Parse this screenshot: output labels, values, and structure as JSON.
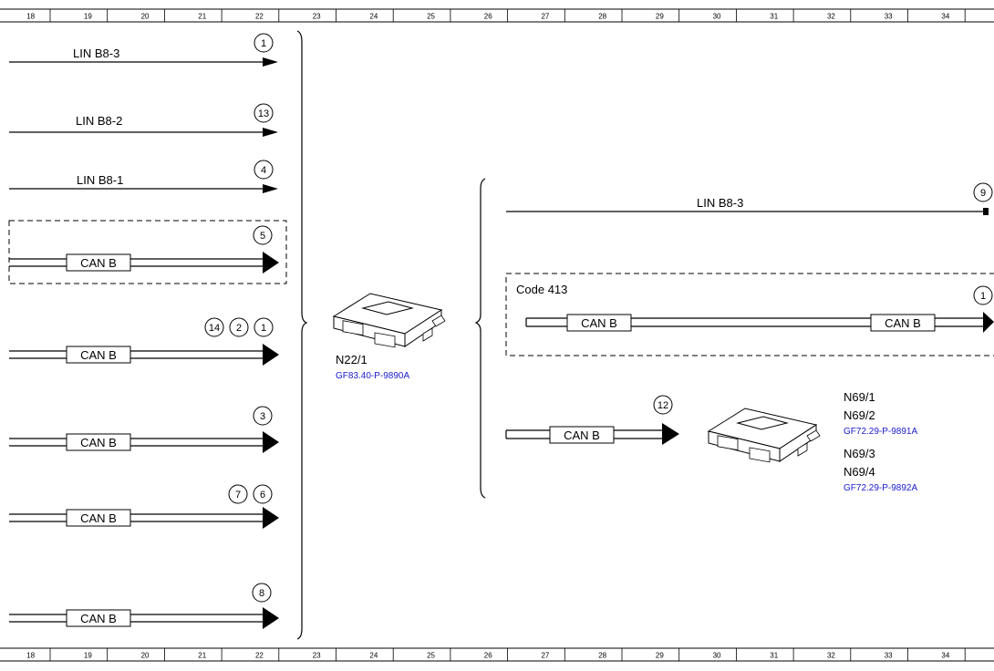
{
  "colors": {
    "line": "#000000",
    "link_text": "#1a1acc",
    "background": "#ffffff"
  },
  "ruler": {
    "top": [
      "18",
      "19",
      "20",
      "21",
      "22",
      "23",
      "24",
      "25",
      "26",
      "27",
      "28",
      "29",
      "30",
      "31",
      "32",
      "33",
      "34"
    ],
    "bottom": [
      "18",
      "19",
      "20",
      "21",
      "22",
      "23",
      "24",
      "25",
      "26",
      "27",
      "28",
      "29",
      "30",
      "31",
      "32",
      "33",
      "34"
    ]
  },
  "left_lines": [
    {
      "label": "LIN B8-3",
      "markers": [
        "1"
      ]
    },
    {
      "label": "LIN B8-2",
      "markers": [
        "13"
      ]
    },
    {
      "label": "LIN B8-1",
      "markers": [
        "4"
      ]
    },
    {
      "label": "CAN B",
      "markers": [
        "5"
      ]
    },
    {
      "label": "CAN B",
      "markers": [
        "14",
        "2",
        "1"
      ]
    },
    {
      "label": "CAN B",
      "markers": [
        "3"
      ]
    },
    {
      "label": "CAN B",
      "markers": [
        "7",
        "6"
      ]
    },
    {
      "label": "CAN B",
      "markers": [
        "8"
      ]
    }
  ],
  "center_module": {
    "id": "N22/1",
    "ref": "GF83.40-P-9890A"
  },
  "right": {
    "lin_label": "LIN B8-3",
    "lin_marker": "9",
    "code_box_label": "Code 413",
    "code_can_labels": [
      "CAN B",
      "CAN B"
    ],
    "code_marker": "1",
    "bottom_can_label": "CAN B",
    "bottom_marker": "12"
  },
  "right_module": {
    "ids_a": [
      "N69/1",
      "N69/2"
    ],
    "ref_a": "GF72.29-P-9891A",
    "ids_b": [
      "N69/3",
      "N69/4"
    ],
    "ref_b": "GF72.29-P-9892A"
  }
}
